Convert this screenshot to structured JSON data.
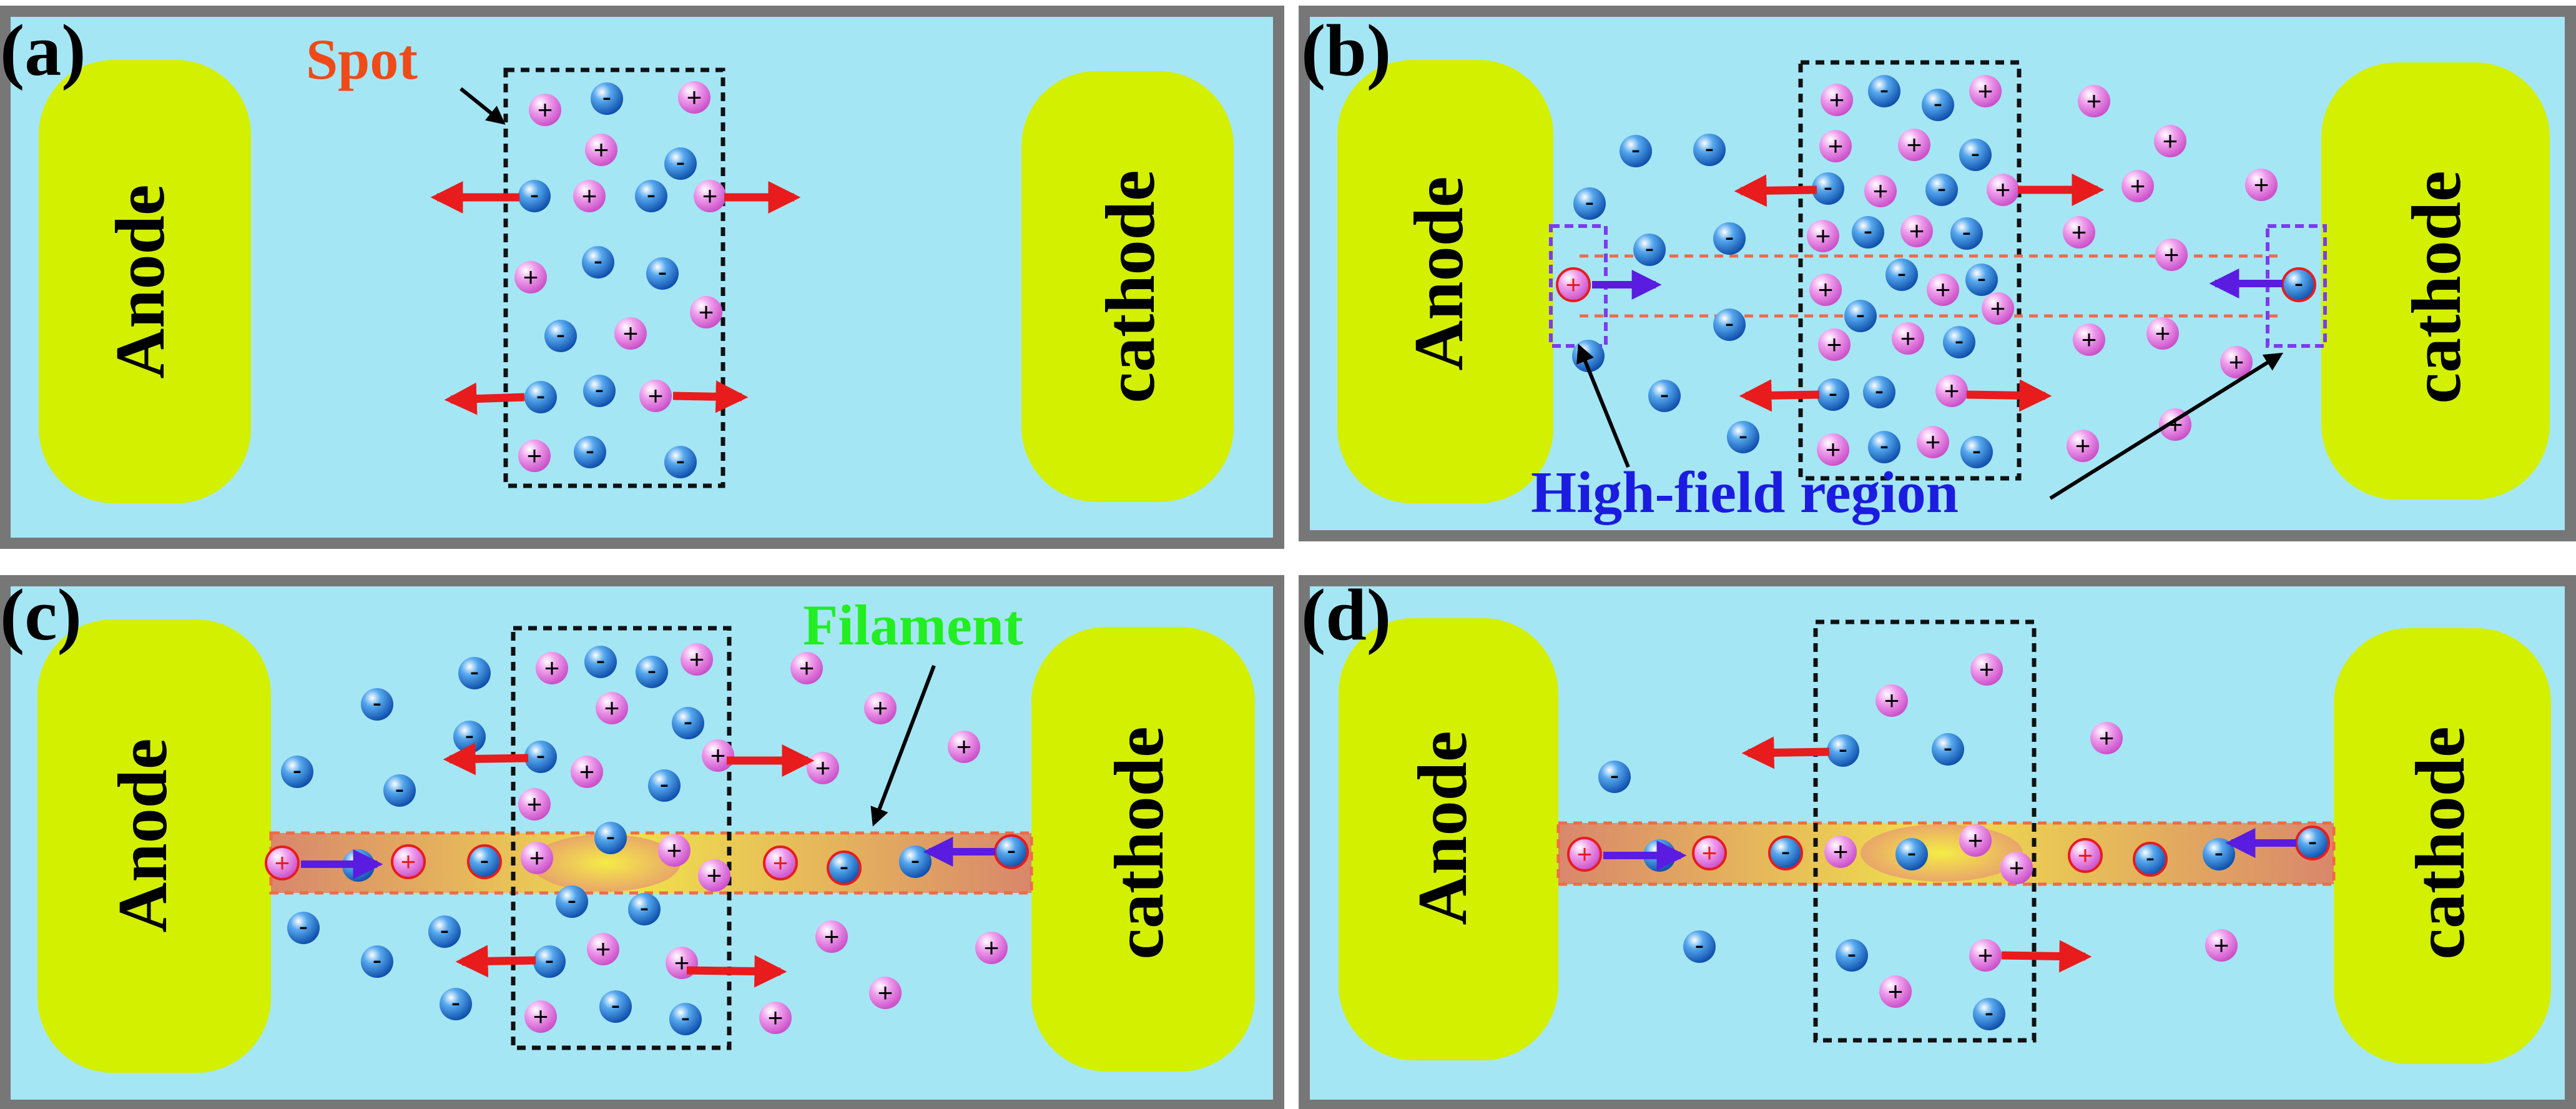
{
  "colors": {
    "panel_fill": "#a5e6f5",
    "panel_border": "#777777",
    "electrode_fill": "#d2f000",
    "label_callout": "#f04a18",
    "highfield_label": "#1c1ce0",
    "filament_label": "#22ee22",
    "ion_arrow": "#e81c1c",
    "drift_arrow": "#5a1ce0",
    "positive_ion": "#e47ee2",
    "negative_ion": "#1e78d8",
    "filament_core": "#f2e24a",
    "filament_edge": "#d69070",
    "dashed_line": "#f06a4a"
  },
  "panels": [
    {
      "id": "a",
      "tag": "(a)",
      "left_electrode": "Anode",
      "right_electrode": "cathode",
      "callouts": [
        {
          "key": "spot",
          "text": "Spot"
        }
      ]
    },
    {
      "id": "b",
      "tag": "(b)",
      "left_electrode": "Anode",
      "right_electrode": "cathode",
      "callouts": [
        {
          "key": "highfield",
          "text": "High-field region"
        }
      ]
    },
    {
      "id": "c",
      "tag": "(c)",
      "left_electrode": "Anode",
      "right_electrode": "cathode",
      "callouts": [
        {
          "key": "filament",
          "text": "Filament"
        }
      ]
    },
    {
      "id": "d",
      "tag": "(d)",
      "left_electrode": "Anode",
      "right_electrode": "cathode",
      "callouts": []
    }
  ],
  "ion_signs": {
    "positive": "+",
    "negative": "-"
  }
}
